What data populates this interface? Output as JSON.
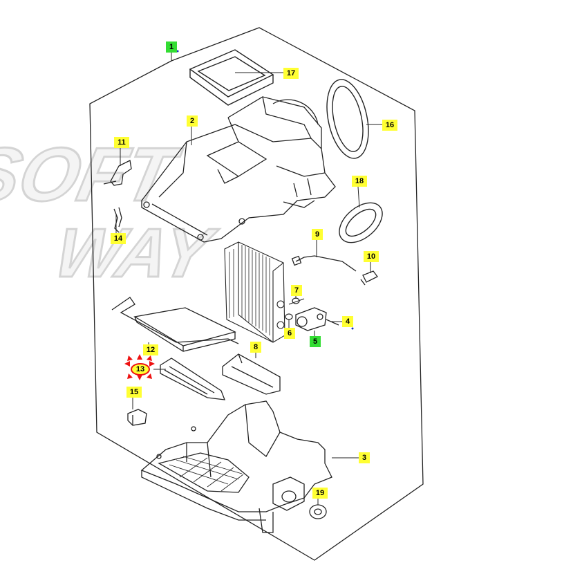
{
  "watermark": {
    "line1": "SOFT",
    "line2": "WAY"
  },
  "colors": {
    "highlight_yellow": "#ffff33",
    "highlight_green": "#33dd33",
    "selected_red": "#ee1111",
    "line": "#222222",
    "watermark": "#d6d6d6"
  },
  "callouts": [
    {
      "id": "c1",
      "label": "1",
      "color": "green"
    },
    {
      "id": "c2",
      "label": "2",
      "color": "yellow"
    },
    {
      "id": "c3",
      "label": "3",
      "color": "yellow"
    },
    {
      "id": "c4",
      "label": "4",
      "color": "yellow"
    },
    {
      "id": "c5",
      "label": "5",
      "color": "green"
    },
    {
      "id": "c6",
      "label": "6",
      "color": "yellow"
    },
    {
      "id": "c7",
      "label": "7",
      "color": "yellow"
    },
    {
      "id": "c8",
      "label": "8",
      "color": "yellow"
    },
    {
      "id": "c9",
      "label": "9",
      "color": "yellow"
    },
    {
      "id": "c10",
      "label": "10",
      "color": "yellow"
    },
    {
      "id": "c11",
      "label": "11",
      "color": "yellow"
    },
    {
      "id": "c12",
      "label": "12",
      "color": "yellow"
    },
    {
      "id": "c13",
      "label": "13",
      "color": "selected"
    },
    {
      "id": "c14",
      "label": "14",
      "color": "yellow"
    },
    {
      "id": "c15",
      "label": "15",
      "color": "yellow"
    },
    {
      "id": "c16",
      "label": "16",
      "color": "yellow"
    },
    {
      "id": "c17",
      "label": "17",
      "color": "yellow"
    },
    {
      "id": "c18",
      "label": "18",
      "color": "yellow"
    },
    {
      "id": "c19",
      "label": "19",
      "color": "yellow"
    }
  ]
}
